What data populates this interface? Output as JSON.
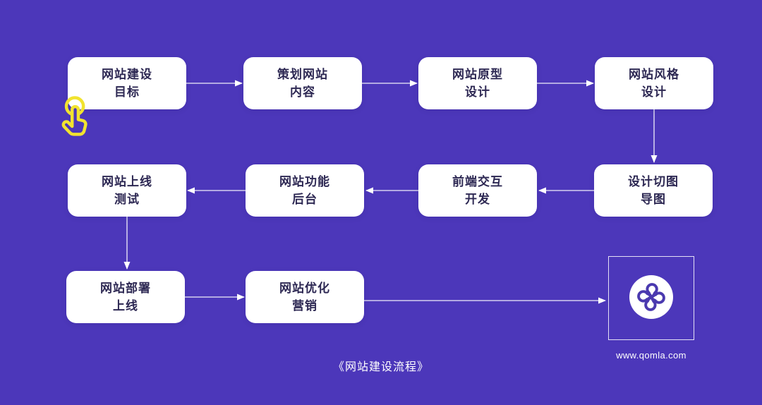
{
  "page": {
    "caption": "《网站建设流程》",
    "website_url": "www.qomla.com"
  },
  "colors": {
    "background": "#4C37BA",
    "node_fill": "#FFFFFF",
    "node_text": "#2D2853",
    "arrow": "#FFFFFF",
    "hand_icon_yellow": "#F1E32F",
    "logo_mark_purple": "#4A39AF"
  },
  "nodes": [
    {
      "id": "goal",
      "line1": "网站建设",
      "line2": "目标"
    },
    {
      "id": "plan",
      "line1": "策划网站",
      "line2": "内容"
    },
    {
      "id": "prototype",
      "line1": "网站原型",
      "line2": "设计"
    },
    {
      "id": "style",
      "line1": "网站风格",
      "line2": "设计"
    },
    {
      "id": "test",
      "line1": "网站上线",
      "line2": "测试"
    },
    {
      "id": "backend",
      "line1": "网站功能",
      "line2": "后台"
    },
    {
      "id": "frontend",
      "line1": "前端交互",
      "line2": "开发"
    },
    {
      "id": "slices",
      "line1": "设计切图",
      "line2": "导图"
    },
    {
      "id": "deploy",
      "line1": "网站部署",
      "line2": "上线"
    },
    {
      "id": "seo",
      "line1": "网站优化",
      "line2": "营销"
    }
  ],
  "connections": [
    {
      "from": "goal",
      "to": "plan"
    },
    {
      "from": "plan",
      "to": "prototype"
    },
    {
      "from": "prototype",
      "to": "style"
    },
    {
      "from": "style",
      "to": "slices"
    },
    {
      "from": "slices",
      "to": "frontend"
    },
    {
      "from": "frontend",
      "to": "backend"
    },
    {
      "from": "backend",
      "to": "test"
    },
    {
      "from": "test",
      "to": "deploy"
    },
    {
      "from": "deploy",
      "to": "seo"
    },
    {
      "from": "seo",
      "to": "logo"
    }
  ]
}
